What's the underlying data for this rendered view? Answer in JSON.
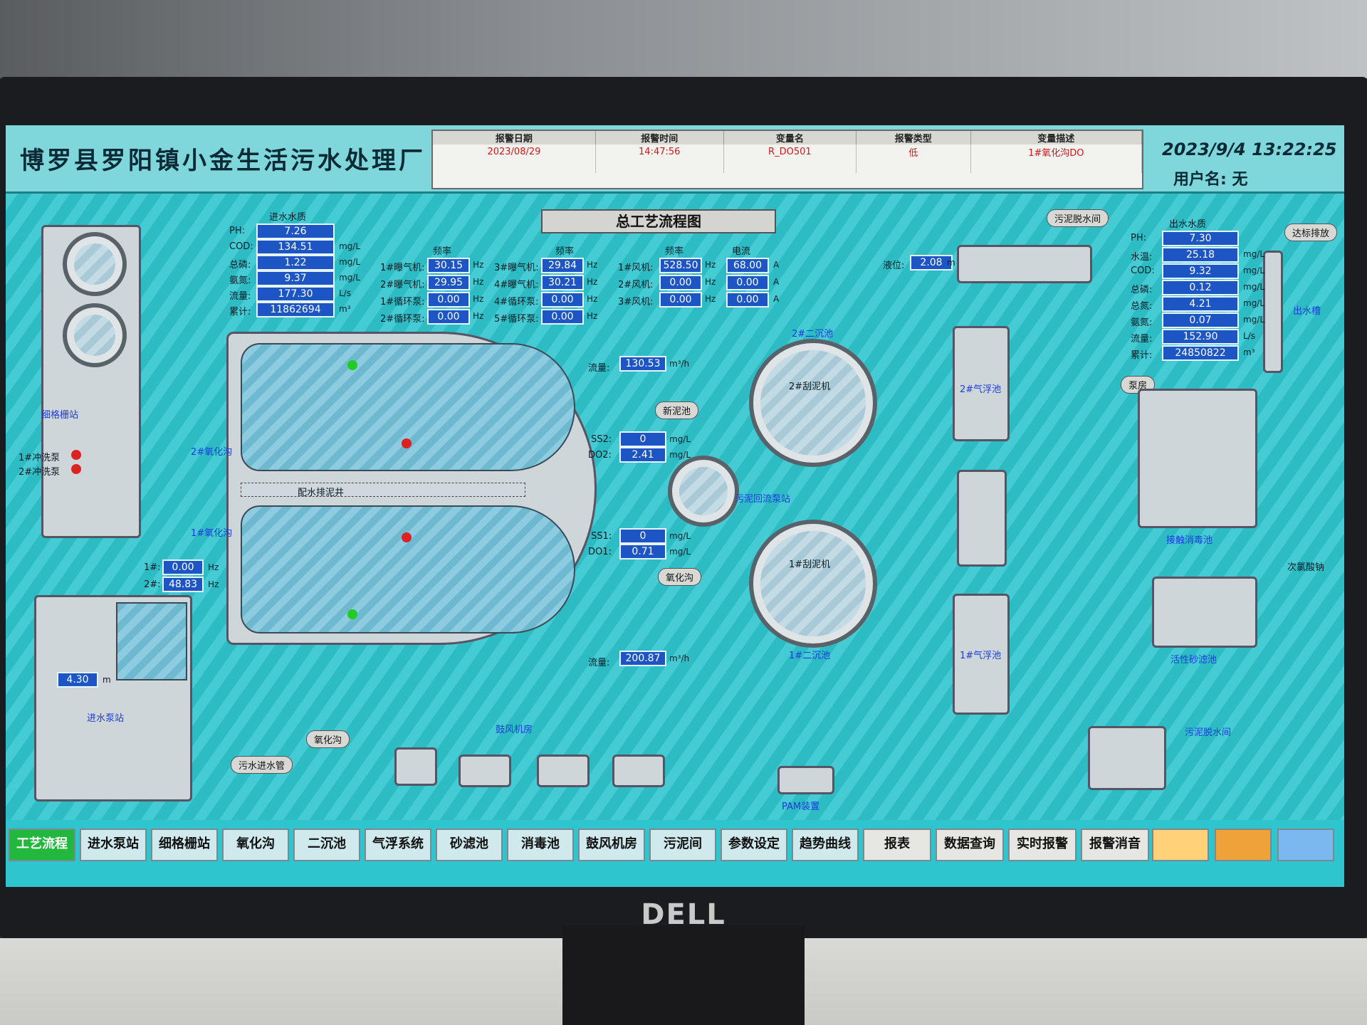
{
  "header": {
    "plant_name": "博罗县罗阳镇小金生活污水处理厂",
    "alarm_cols": [
      "报警日期",
      "报警时间",
      "变量名",
      "报警类型",
      "变量描述"
    ],
    "alarm_row": [
      "2023/08/29",
      "14:47:56",
      "R_DO501",
      "低",
      "1#氧化沟DO"
    ],
    "datetime": "2023/9/4  13:22:25",
    "user_label": "用户名: 无"
  },
  "title": "总工艺流程图",
  "inlet": {
    "heading": "进水水质",
    "rows": [
      {
        "label": "PH:",
        "value": "7.26",
        "unit": ""
      },
      {
        "label": "COD:",
        "value": "134.51",
        "unit": "mg/L"
      },
      {
        "label": "总磷:",
        "value": "1.22",
        "unit": "mg/L"
      },
      {
        "label": "氨氮:",
        "value": "9.37",
        "unit": "mg/L"
      },
      {
        "label": "流量:",
        "value": "177.30",
        "unit": "L/s"
      },
      {
        "label": "累计:",
        "value": "11862694",
        "unit": "m³"
      }
    ]
  },
  "freq": {
    "heading1": "频率",
    "heading2": "频率",
    "heading3": "频率",
    "heading4": "电流",
    "col1": [
      {
        "label": "1#曝气机:",
        "value": "30.15",
        "unit": "Hz"
      },
      {
        "label": "2#曝气机:",
        "value": "29.95",
        "unit": "Hz"
      },
      {
        "label": "1#循环泵:",
        "value": "0.00",
        "unit": "Hz"
      },
      {
        "label": "2#循环泵:",
        "value": "0.00",
        "unit": "Hz"
      }
    ],
    "col2": [
      {
        "label": "3#曝气机:",
        "value": "29.84",
        "unit": "Hz"
      },
      {
        "label": "4#曝气机:",
        "value": "30.21",
        "unit": "Hz"
      },
      {
        "label": "4#循环泵:",
        "value": "0.00",
        "unit": "Hz"
      },
      {
        "label": "5#循环泵:",
        "value": "0.00",
        "unit": "Hz"
      }
    ],
    "col3": [
      {
        "label": "1#风机:",
        "value": "528.50",
        "unit": "Hz"
      },
      {
        "label": "2#风机:",
        "value": "0.00",
        "unit": "Hz"
      },
      {
        "label": "3#风机:",
        "value": "0.00",
        "unit": "Hz"
      }
    ],
    "col4": [
      {
        "value": "68.00",
        "unit": "A"
      },
      {
        "value": "0.00",
        "unit": "A"
      },
      {
        "value": "0.00",
        "unit": "A"
      }
    ]
  },
  "level_sludge": {
    "label": "液位:",
    "value": "2.08",
    "unit": "m"
  },
  "outlet": {
    "heading": "出水水质",
    "rows": [
      {
        "label": "PH:",
        "value": "7.30",
        "unit": ""
      },
      {
        "label": "水温:",
        "value": "25.18",
        "unit": "mg/L"
      },
      {
        "label": "COD:",
        "value": "9.32",
        "unit": "mg/L"
      },
      {
        "label": "总磷:",
        "value": "0.12",
        "unit": "mg/L"
      },
      {
        "label": "总氮:",
        "value": "4.21",
        "unit": "mg/L"
      },
      {
        "label": "氨氮:",
        "value": "0.07",
        "unit": "mg/L"
      },
      {
        "label": "流量:",
        "value": "152.90",
        "unit": "L/s"
      },
      {
        "label": "累计:",
        "value": "24850822",
        "unit": "m³"
      }
    ]
  },
  "ditch": {
    "flow_top": {
      "label": "流量:",
      "value": "130.53",
      "unit": "m³/h"
    },
    "ss2": {
      "label": "SS2:",
      "value": "0",
      "unit": "mg/L"
    },
    "do2": {
      "label": "DO2:",
      "value": "2.41",
      "unit": "mg/L"
    },
    "ss1": {
      "label": "SS1:",
      "value": "0",
      "unit": "mg/L"
    },
    "do1": {
      "label": "DO1:",
      "value": "0.71",
      "unit": "mg/L"
    },
    "flow_bottom": {
      "label": "流量:",
      "value": "200.87",
      "unit": "m³/h"
    },
    "center_label": "配水排泥井",
    "label_2": "2#氧化沟",
    "label_1": "1#氧化沟"
  },
  "inlet_pump": {
    "p1_label": "1#:",
    "p1_value": "0.00",
    "p1_unit": "Hz",
    "p2_label": "2#:",
    "p2_value": "48.83",
    "p2_unit": "Hz",
    "level_value": "4.30",
    "level_unit": "m"
  },
  "labels": {
    "screen_station": "细格栅站",
    "wash1": "1#冲洗泵",
    "wash2": "2#冲洗泵",
    "inlet_pump_station": "进水泵站",
    "sewage_pipe": "污水进水管",
    "oxidation_ditch_tag": "氧化沟",
    "blower_room": "鼓风机房",
    "new_sludge": "新泥池",
    "ox_ditch_tag2": "氧化沟",
    "return_station": "污泥回流泵站",
    "sec2": "2#二沉池",
    "scraper2": "2#刮泥机",
    "sec1": "1#二沉池",
    "scraper1": "1#刮泥机",
    "sludge_dewater": "污泥脱水间",
    "float2": "2#气浮池",
    "float1": "1#气浮池",
    "pam": "PAM装置",
    "pump_room": "泵房",
    "disinfect": "接触消毒池",
    "sand_filter": "活性砂滤池",
    "naclo": "次氯酸钠",
    "discharge": "达标排放",
    "outlet_ditch": "出水槽",
    "dewater_room": "污泥脱水间"
  },
  "nav": [
    "工艺流程",
    "进水泵站",
    "细格栅站",
    "氧化沟",
    "二沉池",
    "气浮系统",
    "砂滤池",
    "消毒池",
    "鼓风机房",
    "污泥间",
    "参数设定",
    "趋势曲线",
    "报表",
    "数据查询",
    "实时报警",
    "报警消音"
  ],
  "brand": "DELL"
}
